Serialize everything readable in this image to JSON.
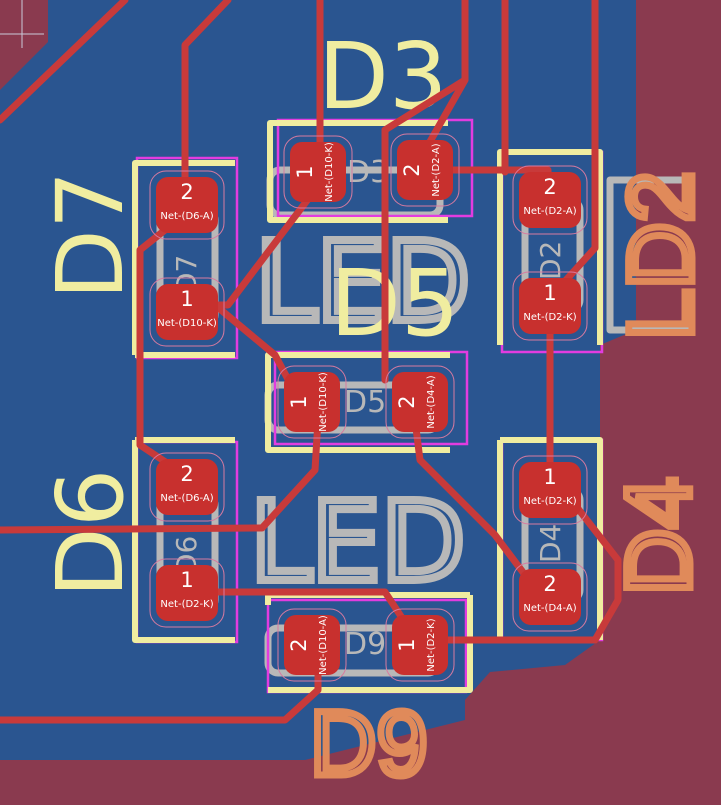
{
  "colors": {
    "board_bg": "#8a3a4f",
    "copper_fill": "#2a5590",
    "track": "#c83a3a",
    "pad": "#c8302e",
    "silk_front": "#f0eda0",
    "silk_back": "#e08a5a",
    "courtyard": "#e23ce0",
    "fab": "#b8b8b8"
  },
  "refs": {
    "D3": "D3",
    "D5": "D5",
    "D7": "D7",
    "D6": "D6",
    "D9": "D9",
    "D4": "D4",
    "LD2": "LD2",
    "fab_D3": "D3",
    "fab_D5": "D5",
    "fab_D7": "D7",
    "fab_D6": "D6",
    "fab_D9": "D9",
    "fab_D4": "D4",
    "fab_D2": "D2",
    "led_a": "LED",
    "led_b": "LED",
    "led_c": "LED"
  },
  "pads": {
    "d3_1": {
      "num": "1",
      "net": "Net-(D10-K)"
    },
    "d3_2": {
      "num": "2",
      "net": "Net-(D2-A)"
    },
    "d7_2": {
      "num": "2",
      "net": "Net-(D6-A)"
    },
    "d7_1": {
      "num": "1",
      "net": "Net-(D10-K)"
    },
    "d2_2": {
      "num": "2",
      "net": "Net-(D2-A)"
    },
    "d2_1": {
      "num": "1",
      "net": "Net-(D2-K)"
    },
    "d5_1": {
      "num": "1",
      "net": "Net-(D10-K)"
    },
    "d5_2": {
      "num": "2",
      "net": "Net-(D4-A)"
    },
    "d6_2": {
      "num": "2",
      "net": "Net-(D6-A)"
    },
    "d6_1": {
      "num": "1",
      "net": "Net-(D2-K)"
    },
    "d4_1": {
      "num": "1",
      "net": "Net-(D2-K)"
    },
    "d4_2": {
      "num": "2",
      "net": "Net-(D4-A)"
    },
    "d9_2": {
      "num": "2",
      "net": "Net-(D10-A)"
    },
    "d9_1": {
      "num": "1",
      "net": "Net-(D2-K)"
    }
  }
}
